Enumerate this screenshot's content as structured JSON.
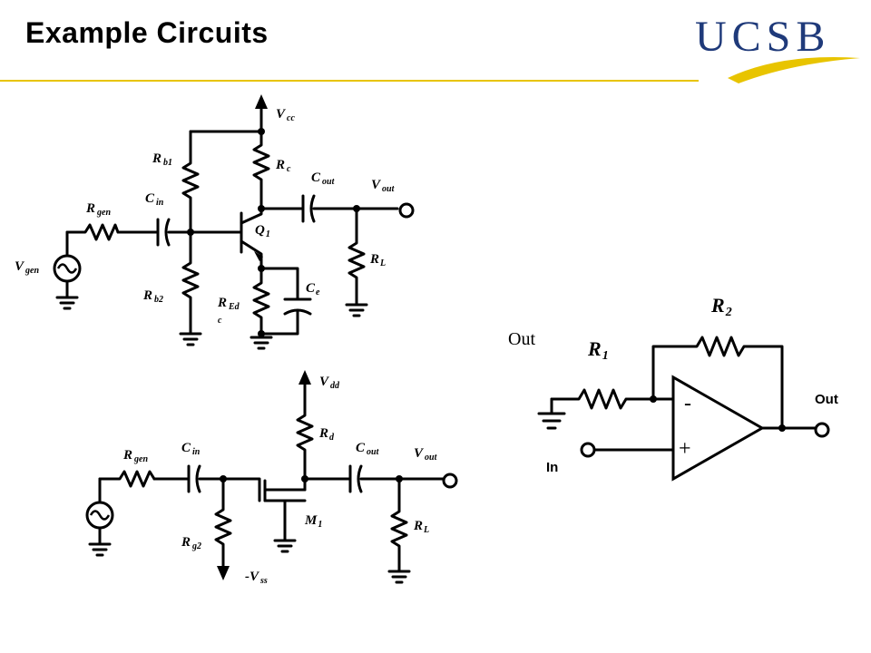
{
  "header": {
    "title": "Example Circuits",
    "logo_text": "UCSB",
    "accent_color": "#e8c400",
    "logo_color": "#1f3a7a"
  },
  "bjt_circuit": {
    "vcc": {
      "main": "V",
      "sub": "cc"
    },
    "rb1": {
      "main": "R",
      "sub": "b1"
    },
    "rc": {
      "main": "R",
      "sub": "c"
    },
    "cout": {
      "main": "C",
      "sub": "out"
    },
    "vout": {
      "main": "V",
      "sub": "out"
    },
    "rgen": {
      "main": "R",
      "sub": "gen"
    },
    "cin": {
      "main": "C",
      "sub": "in"
    },
    "q1": {
      "main": "Q",
      "sub": "1"
    },
    "vgen": {
      "main": "V",
      "sub": "gen"
    },
    "rl": {
      "main": "R",
      "sub": "L"
    },
    "ce": {
      "main": "C",
      "sub": "e"
    },
    "rb2": {
      "main": "R",
      "sub": "b2"
    },
    "redc": {
      "main": "R",
      "sub": "Ed",
      "wrap": "c"
    }
  },
  "mosfet_circuit": {
    "vdd": {
      "main": "V",
      "sub": "dd"
    },
    "rd": {
      "main": "R",
      "sub": "d"
    },
    "rgen": {
      "main": "R",
      "sub": "gen"
    },
    "cin": {
      "main": "C",
      "sub": "in"
    },
    "cout": {
      "main": "C",
      "sub": "out"
    },
    "vout": {
      "main": "V",
      "sub": "out"
    },
    "m1": {
      "main": "M",
      "sub": "1"
    },
    "rl": {
      "main": "R",
      "sub": "L"
    },
    "rg2": {
      "main": "R",
      "sub": "g2"
    },
    "vss": {
      "main": "-V",
      "sub": "ss"
    }
  },
  "opamp_circuit": {
    "r2": {
      "main": "R",
      "sub": "2"
    },
    "out_left": "Out",
    "r1": {
      "main": "R",
      "sub": "1"
    },
    "minus": "-",
    "plus": "+",
    "out_right": "Out",
    "in": "In"
  }
}
